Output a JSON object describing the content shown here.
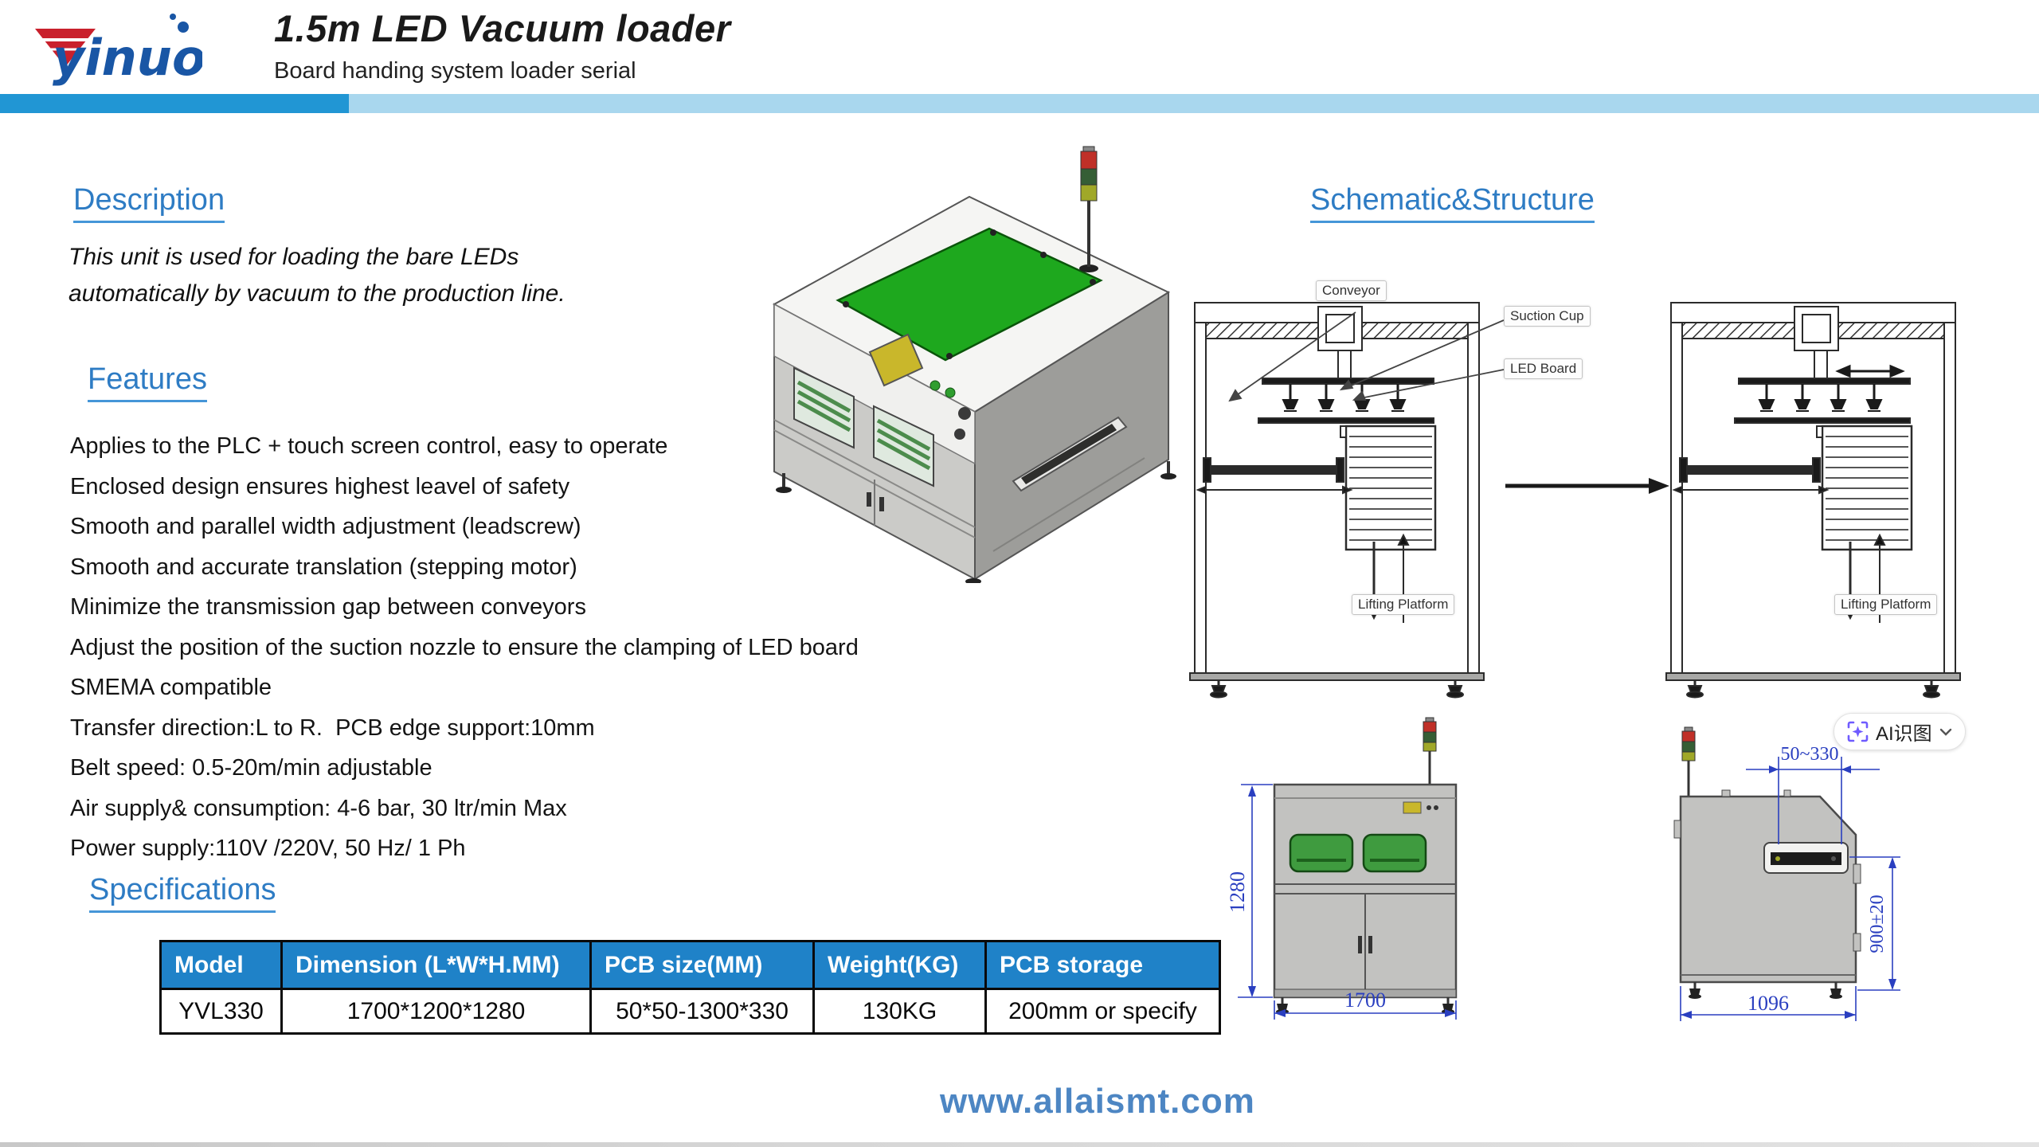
{
  "header": {
    "logo_text": "yinuo",
    "title": "1.5m LED Vacuum loader",
    "subtitle": "Board handing system loader serial"
  },
  "description": {
    "heading": "Description",
    "line1": "This unit is used for loading the bare LEDs",
    "line2": "automatically by vacuum to the production line."
  },
  "features": {
    "heading": "Features",
    "items": [
      "Applies to the PLC + touch screen control, easy to operate",
      "Enclosed design ensures highest leavel of safety",
      "Smooth and parallel width adjustment (leadscrew)",
      "Smooth and accurate translation (stepping motor)",
      "Minimize the transmission gap between conveyors",
      "Adjust the position of the suction nozzle to ensure the clamping of LED board",
      "SMEMA compatible",
      "Transfer direction:L to R.  PCB edge support:10mm",
      "Belt speed: 0.5-20m/min adjustable",
      "Air supply& consumption: 4-6 bar, 30 ltr/min Max",
      "Power supply:110V /220V, 50 Hz/ 1 Ph"
    ]
  },
  "specifications": {
    "heading": "Specifications",
    "columns": [
      "Model",
      "Dimension (L*W*H.MM)",
      "PCB size(MM)",
      "Weight(KG)",
      "PCB storage"
    ],
    "rows": [
      [
        "YVL330",
        "1700*1200*1280",
        "50*50-1300*330",
        "130KG",
        "200mm or specify"
      ]
    ]
  },
  "schematic": {
    "heading": "Schematic&Structure",
    "labels": {
      "conveyor": "Conveyor",
      "suction_cup": "Suction Cup",
      "led_board": "LED Board",
      "lifting_platform": "Lifting Platform"
    }
  },
  "dimensions": {
    "front_height": "1280",
    "front_width": "1700",
    "side_top_range": "50~330",
    "side_height": "900±20",
    "side_width": "1096"
  },
  "overlay": {
    "ai_button": "AI识图"
  },
  "footer": {
    "website": "www.allaismt.com"
  },
  "colors": {
    "bar_dark": "#2196d4",
    "bar_light": "#a9d7ee",
    "heading_blue": "#2e7cc4",
    "table_header_blue": "#1f82c8",
    "dimension_blue": "#2a3fc0",
    "logo_blue": "#1956a5",
    "logo_red": "#c9202c",
    "website_blue": "#4d86c3",
    "ai_icon_purple": "#6f5bff",
    "machine_green": "#1ea81e"
  }
}
